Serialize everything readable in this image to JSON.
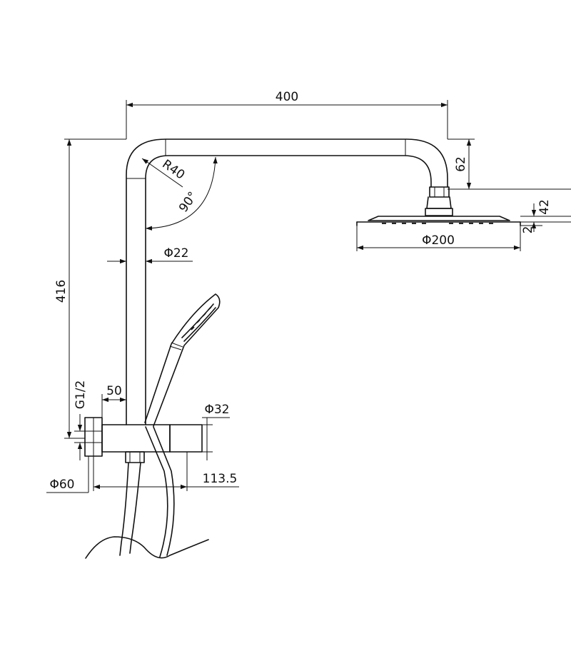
{
  "dimensions": {
    "width_top": "400",
    "arm_drop": "62",
    "head_thickness": "42",
    "rim_thickness": "2",
    "head_diameter": "Φ200",
    "bend_radius": "R40",
    "bend_angle": "90°",
    "riser_diameter": "Φ22",
    "height_total": "416",
    "inlet_thread": "G1/2",
    "wall_offset": "50",
    "diverter_diameter": "Φ32",
    "flange_diameter": "Φ60",
    "diverter_length": "113.5"
  },
  "colors": {
    "line": "#111111",
    "background": "#ffffff"
  }
}
